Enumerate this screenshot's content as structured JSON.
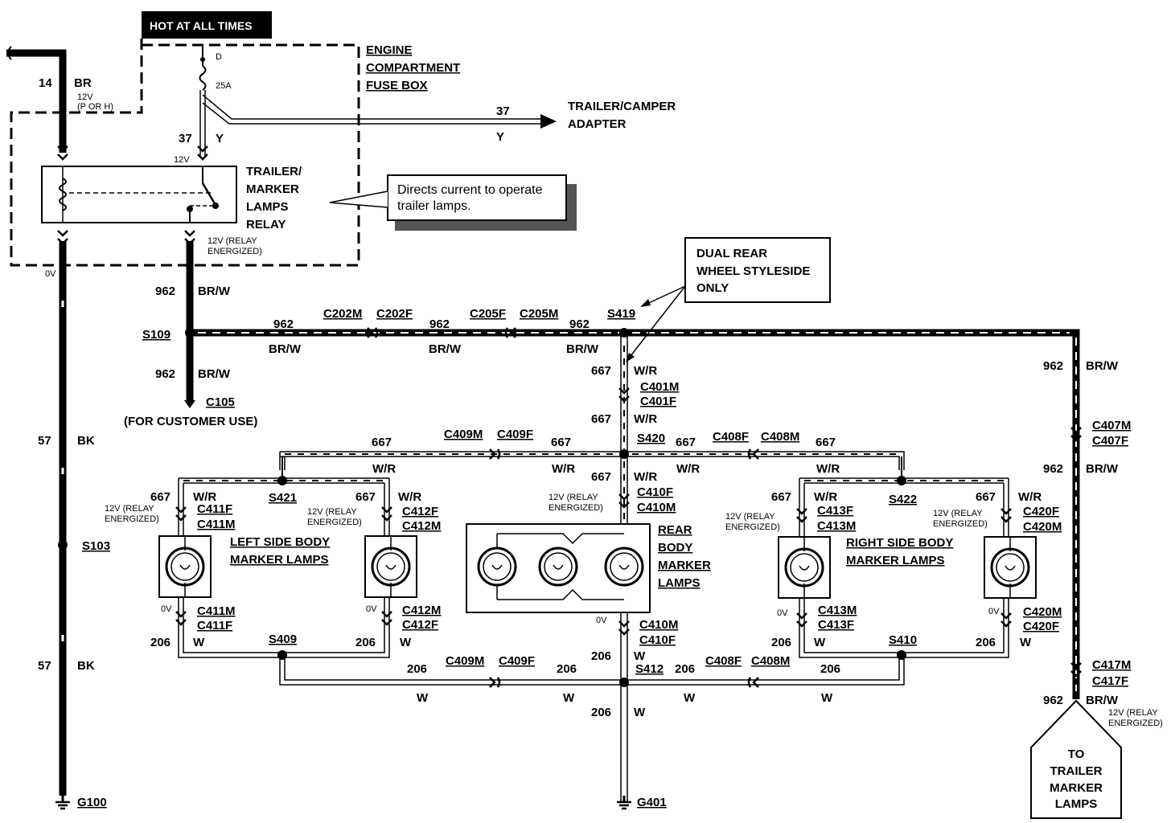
{
  "hot_label": "HOT AT ALL TIMES",
  "fuse_box": {
    "l1": "ENGINE",
    "l2": "COMPARTMENT",
    "l3": "FUSE BOX",
    "fuse_id": "D",
    "fuse_rating": "25A"
  },
  "feed": {
    "num": "14",
    "color": "BR",
    "v1": "12V",
    "v2": "(P OR H)"
  },
  "c37": {
    "num_top": "37",
    "color_top": "Y",
    "num_left": "37",
    "color_left": "Y",
    "v": "12V"
  },
  "adapter": {
    "l1": "TRAILER/CAMPER",
    "l2": "ADAPTER"
  },
  "relay": {
    "l1": "TRAILER/",
    "l2": "MARKER",
    "l3": "LAMPS",
    "l4": "RELAY",
    "v1": "12V (RELAY",
    "v2": "ENERGIZED)",
    "zero": "0V"
  },
  "callout": {
    "l1": "Directs current to operate",
    "l2": "trailer lamps."
  },
  "dual_rear": {
    "l1": "DUAL REAR",
    "l2": "WHEEL STYLESIDE",
    "l3": "ONLY"
  },
  "w962": {
    "n": "962",
    "c": "BR/W"
  },
  "w667": {
    "n": "667",
    "c": "W/R"
  },
  "w206": {
    "n": "206",
    "c": "W"
  },
  "w57": {
    "n": "57",
    "c": "BK"
  },
  "splices": {
    "s109": "S109",
    "s419": "S419",
    "s420": "S420",
    "s421": "S421",
    "s422": "S422",
    "s103": "S103",
    "s409": "S409",
    "s410": "S410",
    "s412": "S412"
  },
  "conn": {
    "c202m": "C202M",
    "c202f": "C202F",
    "c205f": "C205F",
    "c205m": "C205M",
    "c105": "C105",
    "c105_note": "(FOR CUSTOMER USE)",
    "c401m": "C401M",
    "c401f": "C401F",
    "c409m": "C409M",
    "c409f": "C409F",
    "c408f": "C408F",
    "c408m": "C408M",
    "c407m": "C407M",
    "c407f": "C407F",
    "c410f": "C410F",
    "c410m": "C410M",
    "c411f": "C411F",
    "c411m": "C411M",
    "c412f": "C412F",
    "c412m": "C412M",
    "c413f": "C413F",
    "c413m": "C413M",
    "c420f": "C420F",
    "c420m": "C420M",
    "c417m": "C417M",
    "c417f": "C417F"
  },
  "volt": {
    "v12a": "12V (RELAY",
    "v12b": "ENERGIZED)",
    "v0": "0V"
  },
  "lamps": {
    "left_l1": "LEFT SIDE BODY",
    "left_l2": "MARKER LAMPS",
    "right_l1": "RIGHT SIDE BODY",
    "right_l2": "MARKER LAMPS",
    "rear_l1": "REAR",
    "rear_l2": "BODY",
    "rear_l3": "MARKER",
    "rear_l4": "LAMPS"
  },
  "grounds": {
    "g100": "G100",
    "g401": "G401"
  },
  "trailer": {
    "l1": "TO",
    "l2": "TRAILER",
    "l3": "MARKER",
    "l4": "LAMPS"
  }
}
